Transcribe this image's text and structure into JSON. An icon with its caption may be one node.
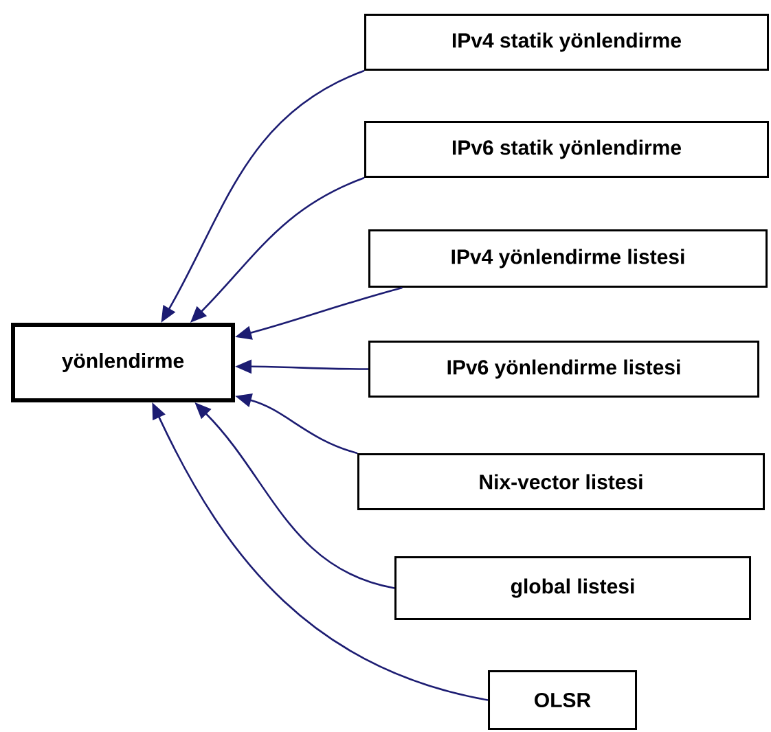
{
  "diagram": {
    "nodes": [
      {
        "text": [
          "yönlendirme"
        ]
      },
      {
        "text": [
          "IPv4 statik yönlendirme"
        ]
      },
      {
        "text": [
          "IPv6 statik yönlendirme"
        ]
      },
      {
        "text": [
          "IPv4 yönlendirme listesi"
        ]
      },
      {
        "text": [
          "IPv6 yönlendirme listesi"
        ]
      },
      {
        "text": [
          "Nix-vector listesi"
        ]
      },
      {
        "text": [
          "global listesi"
        ]
      },
      {
        "text": [
          "OLSR"
        ]
      }
    ],
    "edges": [
      {
        "from": 1,
        "to": 0,
        "arrow": "to"
      },
      {
        "from": 2,
        "to": 0,
        "arrow": "to"
      },
      {
        "from": 3,
        "to": 0,
        "arrow": "to"
      },
      {
        "from": 4,
        "to": 0,
        "arrow": "to"
      },
      {
        "from": 5,
        "to": 0,
        "arrow": "to"
      },
      {
        "from": 6,
        "to": 0,
        "arrow": "to"
      },
      {
        "from": 7,
        "to": 0,
        "arrow": "to"
      }
    ]
  }
}
